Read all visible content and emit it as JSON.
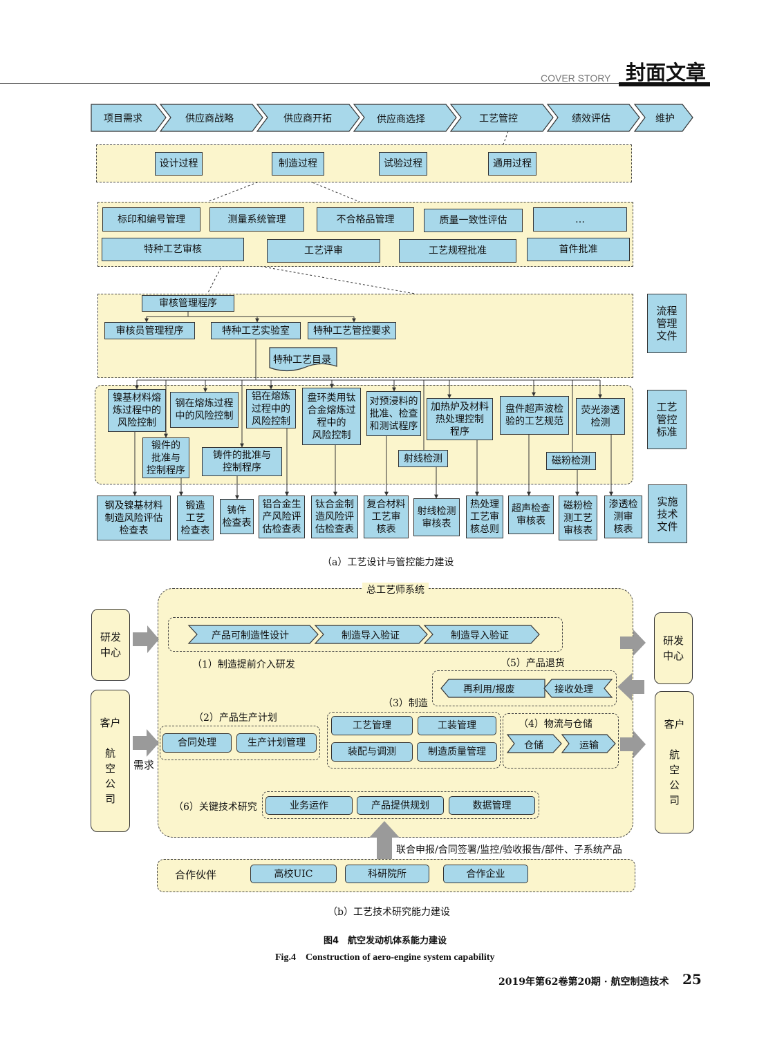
{
  "header": {
    "section_en": "COVER STORY",
    "section_cn": "封面文章"
  },
  "diagram_a": {
    "chevrons": [
      "项目需求",
      "供应商战略",
      "供应商开拓",
      "供应商选择",
      "工艺管控",
      "绩效评估",
      "维护"
    ],
    "process_types": [
      "设计过程",
      "制造过程",
      "试验过程",
      "通用过程"
    ],
    "mgmt_items": [
      "标印和编号管理",
      "测量系统管理",
      "不合格品管理",
      "质量一致性评估",
      "…",
      "特种工艺审核",
      "工艺评审",
      "工艺规程批准",
      "首件批准"
    ],
    "audit": {
      "root": "审核管理程序",
      "children": [
        "审核员管理程序",
        "特种工艺实验室",
        "特种工艺管控要求"
      ],
      "catalog": "特种工艺目录"
    },
    "standards": [
      "镍基材料熔\n炼过程中的\n风险控制",
      "钢在熔炼过程\n中的风险控制",
      "铝在熔炼\n过程中的\n风险控制",
      "盘环类用钛\n合金熔炼过\n程中的\n风险控制",
      "对预浸料的\n批准、检查\n和测试程序",
      "加热炉及材料\n热处理控制\n程序",
      "盘件超声波检\n验的工艺规范",
      "荧光渗透\n检测",
      "锻件的\n批准与\n控制程序",
      "铸件的批准与\n控制程序",
      "射线检测",
      "磁粉检测"
    ],
    "checklists": [
      "钢及镍基材料\n制造风险评估\n检查表",
      "锻造\n工艺\n检查表",
      "铸件\n检查表",
      "铝合金生\n产风险评\n估检查表",
      "钛合金制\n造风险评\n估检查表",
      "复合材料\n工艺审\n核表",
      "射线检测\n审核表",
      "热处理\n工艺审\n核总则",
      "超声检查\n审核表",
      "磁粉检\n测工艺\n审核表",
      "渗透检\n测审\n核表"
    ],
    "side_labels": [
      "流程\n管理\n文件",
      "工艺\n管控\n标准",
      "实施\n技术\n文件"
    ],
    "caption": "（a）工艺设计与管控能力建设"
  },
  "diagram_b": {
    "system_title": "总工艺师系统",
    "left_rd": "研发\n中心",
    "right_rd": "研发\n中心",
    "left_customer": "客户\n\n航\n空\n公\n司",
    "right_customer": "客户\n\n航\n空\n公\n司",
    "demand": "需求",
    "sec1_chevrons": [
      "产品可制造性设计",
      "制造导入验证",
      "制造导入验证"
    ],
    "sec1_label": "（1）制造提前介入研发",
    "sec5_label": "（5）产品退货",
    "sec5_items": [
      "再利用/报废",
      "接收处理"
    ],
    "sec2_label": "（2）产品生产计划",
    "sec2_items": [
      "合同处理",
      "生产计划管理"
    ],
    "sec3_label": "（3）制造",
    "sec3_items": [
      "工艺管理",
      "工装管理",
      "装配与调测",
      "制造质量管理"
    ],
    "sec4_label": "（4）物流与仓储",
    "sec4_items": [
      "仓储",
      "运输"
    ],
    "sec6_label": "（6）关键技术研究",
    "sec6_items": [
      "业务运作",
      "产品提供规划",
      "数据管理"
    ],
    "arrow_note": "联合申报/合同签署/监控/验收报告/部件、子系统产品",
    "partners_label": "合作伙伴",
    "partners": [
      "高校UIC",
      "科研院所",
      "合作企业"
    ],
    "caption": "（b）工艺技术研究能力建设"
  },
  "figure": {
    "title_cn": "图4　航空发动机体系能力建设",
    "title_en": "Fig.4　Construction of aero-engine system capability"
  },
  "footer": {
    "text": "2019年第62卷第20期 · 航空制造技术",
    "page": "25"
  },
  "colors": {
    "box_fill": "#a8d8ea",
    "zone_fill": "#fbf5cc",
    "arrow_gray": "#9a9a9a"
  }
}
